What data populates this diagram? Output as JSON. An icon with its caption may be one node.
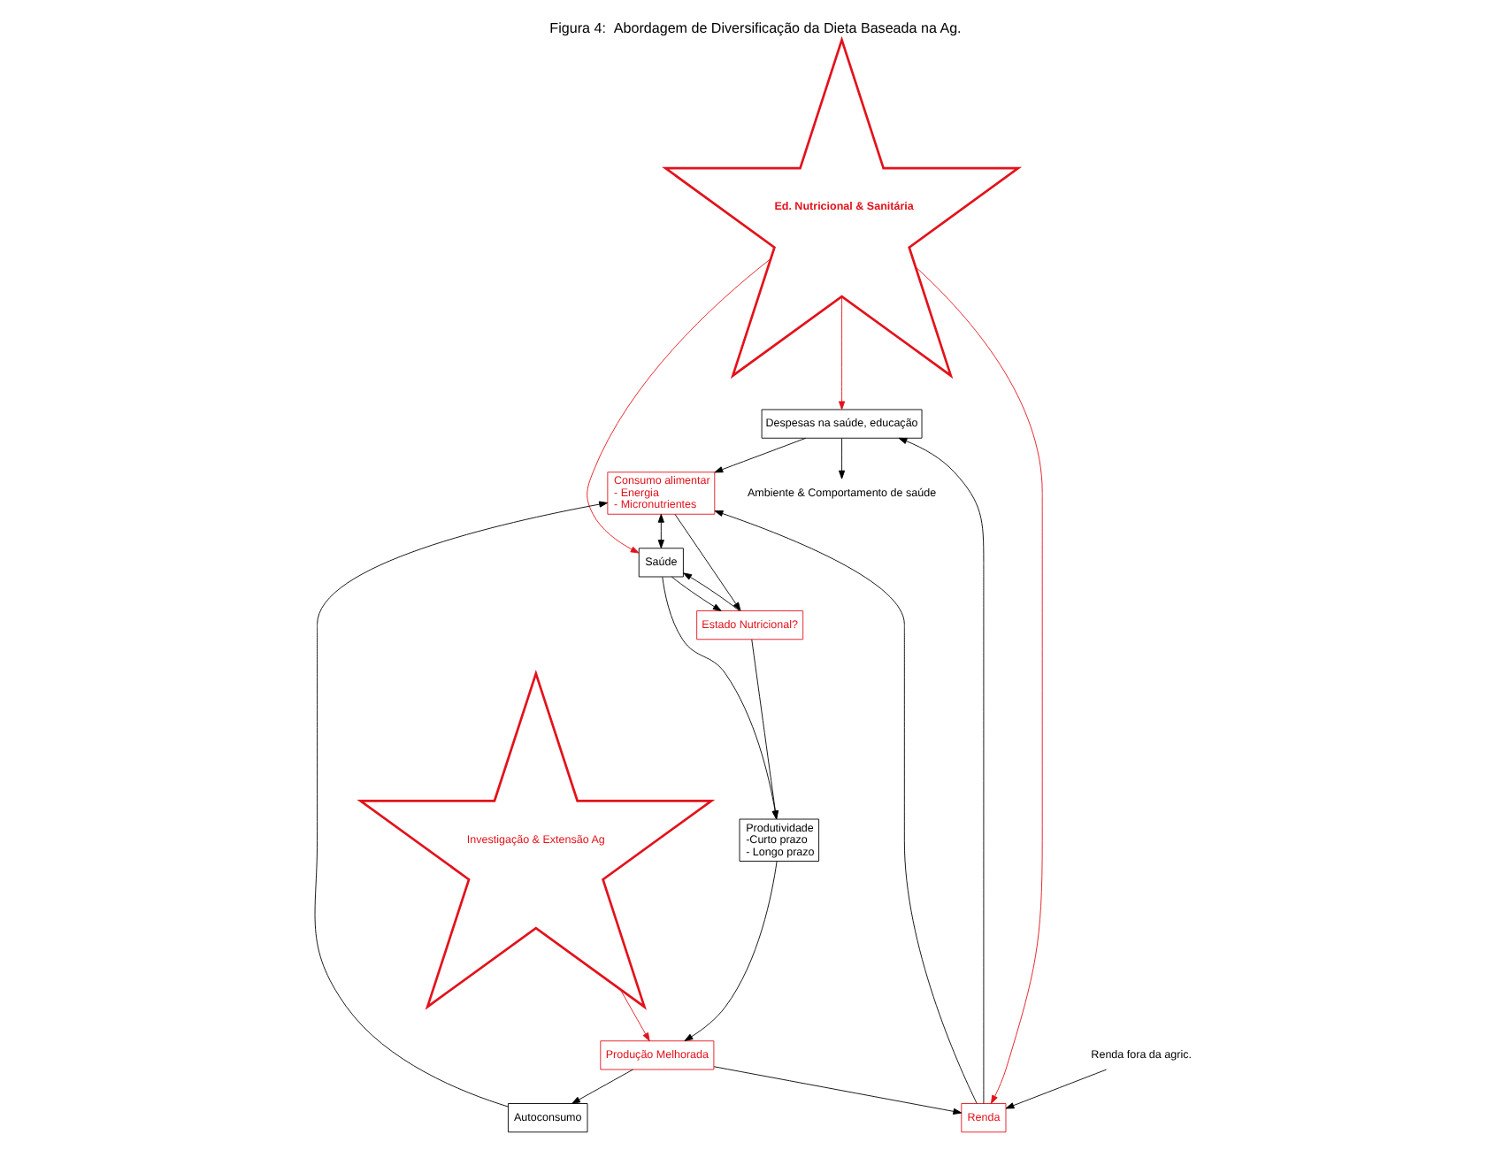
{
  "diagram": {
    "title": "Figura 4:  Abordagem de Diversificação da Dieta Baseada na Ag.",
    "nodes": [
      {
        "text": [
          "Ed. Nutricional & Sanitária"
        ]
      },
      {
        "text": [
          "Ambiente & Comportamento de saúde"
        ]
      },
      {
        "text": [
          "Renda fora da agric."
        ]
      },
      {
        "text": [
          "Despesas na saúde, educação"
        ]
      },
      {
        "text": [
          "Renda"
        ]
      },
      {
        "text": [
          "Saúde"
        ]
      },
      {
        "text": [
          "Consumo alimentar",
          "- Energia",
          "- Micronutrientes"
        ]
      },
      {
        "text": [
          "Produção Melhorada"
        ]
      },
      {
        "text": [
          "Estado Nutricional?"
        ]
      },
      {
        "text": [
          "Autoconsumo"
        ]
      },
      {
        "text": [
          "Investigação & Extensão Ag"
        ]
      },
      {
        "text": [
          "Produtividade",
          "-Curto prazo",
          "- Longo prazo"
        ]
      }
    ],
    "edges": [
      {
        "from": 0,
        "to": 4,
        "arrow": "to",
        "color": "#e3121b"
      },
      {
        "from": 0,
        "to": 3,
        "arrow": "to",
        "color": "#e3121b"
      },
      {
        "from": 0,
        "to": 5,
        "arrow": "to",
        "color": "#e3121b"
      },
      {
        "from": 2,
        "to": 4,
        "arrow": "to"
      },
      {
        "from": 4,
        "to": 3,
        "arrow": "to"
      },
      {
        "from": 4,
        "to": 6,
        "arrow": "to"
      },
      {
        "from": 3,
        "to": 6,
        "arrow": "to"
      },
      {
        "from": 3,
        "to": 1,
        "arrow": "to"
      },
      {
        "from": 6,
        "to": 5,
        "arrow": "both"
      },
      {
        "from": 6,
        "to": 8,
        "arrow": "to"
      },
      {
        "from": 5,
        "to": 8,
        "arrow": "to"
      },
      {
        "from": 8,
        "to": 5,
        "arrow": "to"
      },
      {
        "from": 7,
        "to": 4,
        "arrow": "to"
      },
      {
        "from": 7,
        "to": 9,
        "arrow": "to"
      },
      {
        "from": 9,
        "to": 6,
        "arrow": "to"
      },
      {
        "from": 10,
        "to": 7,
        "arrow": "to",
        "color": "#e3121b"
      },
      {
        "from": 5,
        "to": 11,
        "arrow": "to"
      },
      {
        "from": 8,
        "to": 11,
        "arrow": "to"
      },
      {
        "from": 11,
        "to": 7,
        "arrow": "to"
      }
    ]
  }
}
